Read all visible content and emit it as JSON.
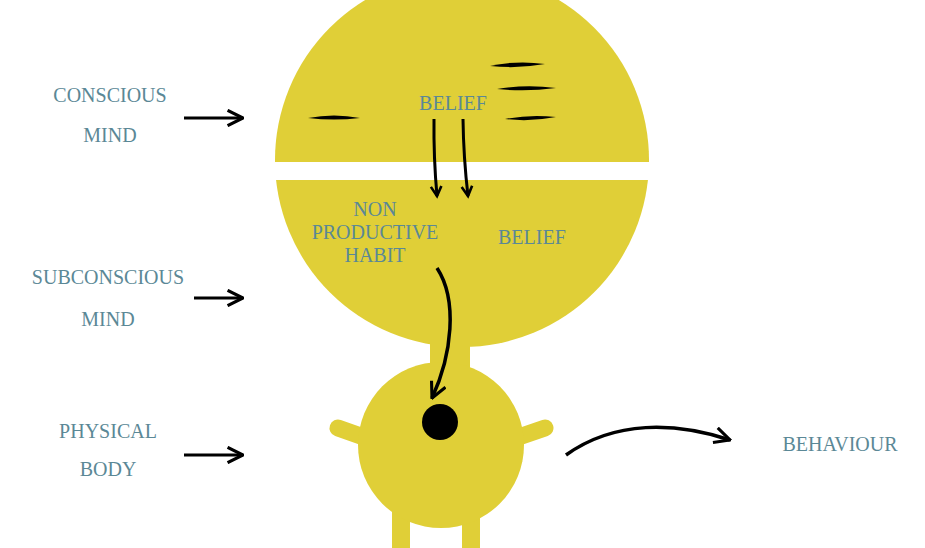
{
  "diagram": {
    "nodes": [
      {
        "text": [
          "BELIEF"
        ]
      },
      {
        "text": [
          "NON PRODUCTIVE HABIT",
          "BELIEF"
        ]
      }
    ],
    "edges": [
      {
        "from": 0,
        "to": 1,
        "arrow": "to"
      },
      {
        "from": 0,
        "to": 1,
        "arrow": "to"
      }
    ],
    "labels": [
      "CONSCIOUS MIND",
      "SUBCONSCIOUS MIND",
      "PHYSICAL BODY",
      "BEHAVIOUR"
    ]
  }
}
